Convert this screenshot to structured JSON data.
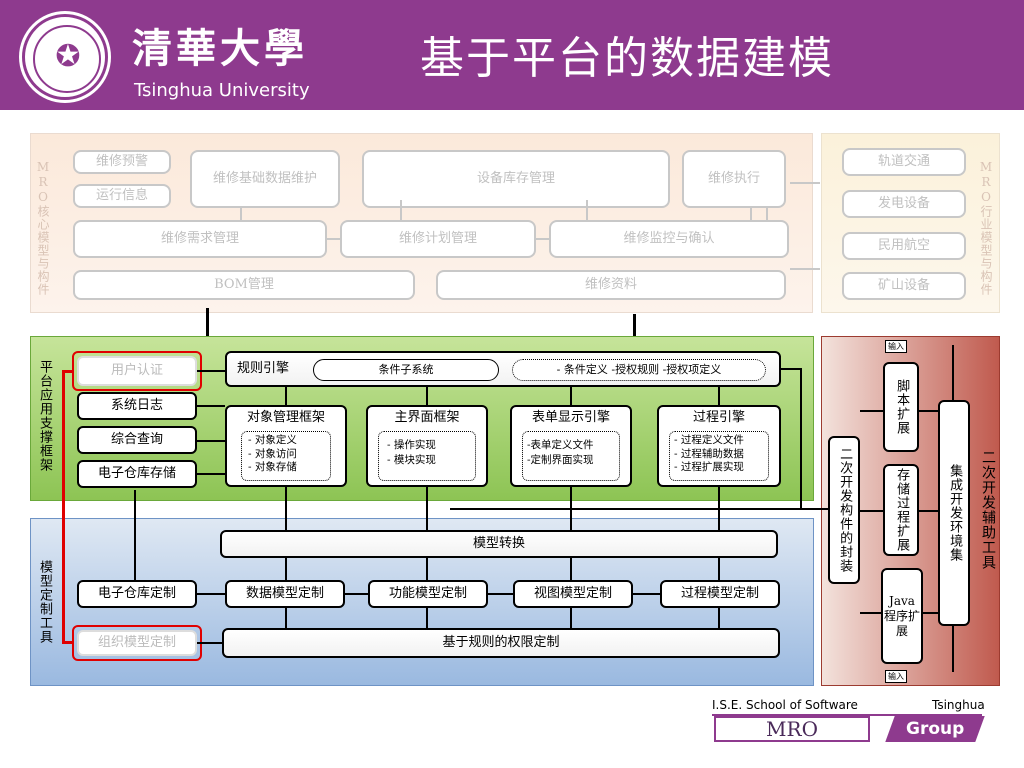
{
  "header": {
    "title": "基于平台的数据建模",
    "logo_cn": "清華大學",
    "logo_en": "Tsinghua University",
    "bg_color": "#8e3a8e"
  },
  "core": {
    "label": "MRO核心模型与构件",
    "items": {
      "warn": "维修预警",
      "run": "运行信息",
      "base": "维修基础数据维护",
      "stock": "设备库存管理",
      "exec": "维修执行",
      "need": "维修需求管理",
      "plan": "维修计划管理",
      "monitor": "维修监控与确认",
      "bom": "BOM管理",
      "docs": "维修资料"
    }
  },
  "industry": {
    "label": "MRO行业模型与构件",
    "items": [
      "轨道交通",
      "发电设备",
      "民用航空",
      "矿山设备"
    ]
  },
  "support": {
    "label": "平台应用支撑框架",
    "auth": "用户认证",
    "log": "系统日志",
    "query": "综合查询",
    "store": "电子仓库存储",
    "rule_engine": "规则引擎",
    "cond": "条件子系统",
    "cond_detail": "- 条件定义 -授权规则 -授权项定义",
    "frames": [
      {
        "title": "对象管理框架",
        "lines": [
          "- 对象定义",
          "- 对象访问",
          "- 对象存储"
        ]
      },
      {
        "title": "主界面框架",
        "lines": [
          "- 操作实现",
          "- 模块实现"
        ]
      },
      {
        "title": "表单显示引擎",
        "lines": [
          "-表单定义文件",
          "-定制界面实现"
        ]
      },
      {
        "title": "过程引擎",
        "lines": [
          "- 过程定义文件",
          "- 过程辅助数据",
          "- 过程扩展实现"
        ]
      }
    ]
  },
  "tools": {
    "label": "模型定制工具",
    "convert": "模型转换",
    "store_custom": "电子仓库定制",
    "org": "组织模型定制",
    "chain": [
      "数据模型定制",
      "功能模型定制",
      "视图模型定制",
      "过程模型定制"
    ],
    "rights": "基于规则的权限定制"
  },
  "aux": {
    "label": "二次开发辅助工具",
    "components": "二次开发构件的封装",
    "script": "脚本扩展",
    "proc": "存储过程扩展",
    "java": "Java程序扩展",
    "ide": "集成开发环境集",
    "input_top": "输入",
    "input_bottom": "输入"
  },
  "brand": {
    "school": "I.S.E. School of Software",
    "univ": "Tsinghua",
    "mro": "MRO",
    "group": "Group"
  }
}
